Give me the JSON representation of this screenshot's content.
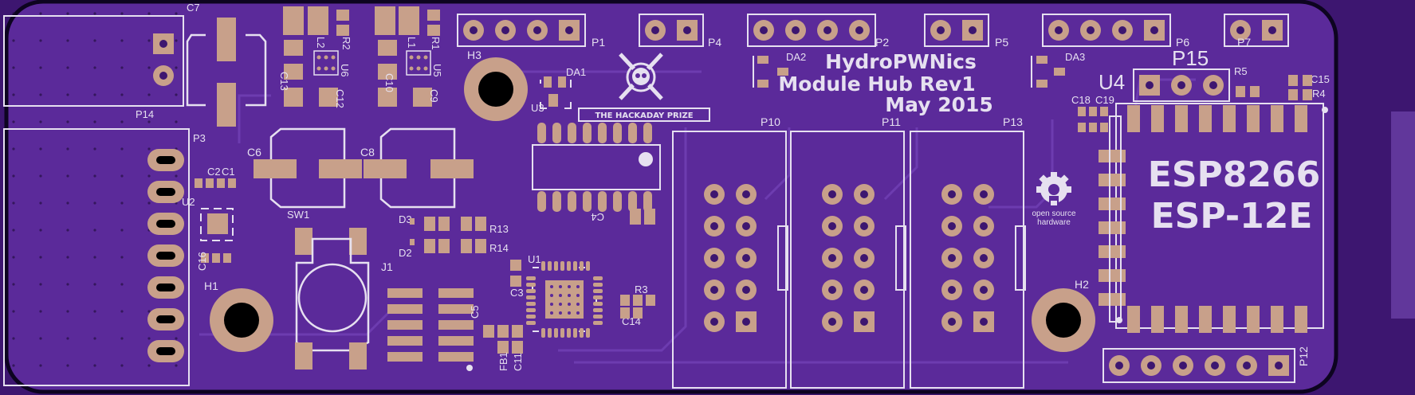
{
  "colors": {
    "background": "#3d1670",
    "board": "#5b2a9a",
    "copper": "#c8a08a",
    "silkscreen": "#e6e0f0",
    "outline": "#0d0420"
  },
  "board_title": {
    "line1": "HydroPWNics",
    "line2": "Module Hub Rev1",
    "line3": "May 2015"
  },
  "module_label": {
    "line1": "ESP8266",
    "line2": "ESP-12E"
  },
  "hackaday_label": "THE HACKADAY PRIZE",
  "osh_label": {
    "line1": "open source",
    "line2": "hardware"
  },
  "designators": {
    "c7": "C7",
    "p14": "P14",
    "p3": "P3",
    "c13": "C13",
    "l2": "L2",
    "r2": "R2",
    "u6": "U6",
    "c12": "C12",
    "c10": "C10",
    "l1": "L1",
    "r1": "R1",
    "u5": "U5",
    "c9": "C9",
    "p1": "P1",
    "p4": "P4",
    "p2": "P2",
    "p5": "P5",
    "p6": "P6",
    "p7": "P7",
    "p15": "P15",
    "h3": "H3",
    "da1": "DA1",
    "u3": "U3",
    "da2": "DA2",
    "da3": "DA3",
    "u4": "U4",
    "r5": "R5",
    "c15": "C15",
    "r4": "R4",
    "c18": "C18",
    "c19": "C19",
    "c6": "C6",
    "c8": "C8",
    "c2": "C2",
    "c1": "C1",
    "u2": "U2",
    "sw1": "SW1",
    "c16": "C16",
    "h1": "H1",
    "d3": "D3",
    "d2": "D2",
    "r13": "R13",
    "r14": "R14",
    "c4": "C4",
    "j1": "J1",
    "c5": "C5",
    "fb1": "FB1",
    "c11": "C11",
    "u1": "U1",
    "c3": "C3",
    "r3": "R3",
    "c14": "C14",
    "p10": "P10",
    "p11": "P11",
    "p13": "P13",
    "h2": "H2",
    "p12": "P12"
  }
}
